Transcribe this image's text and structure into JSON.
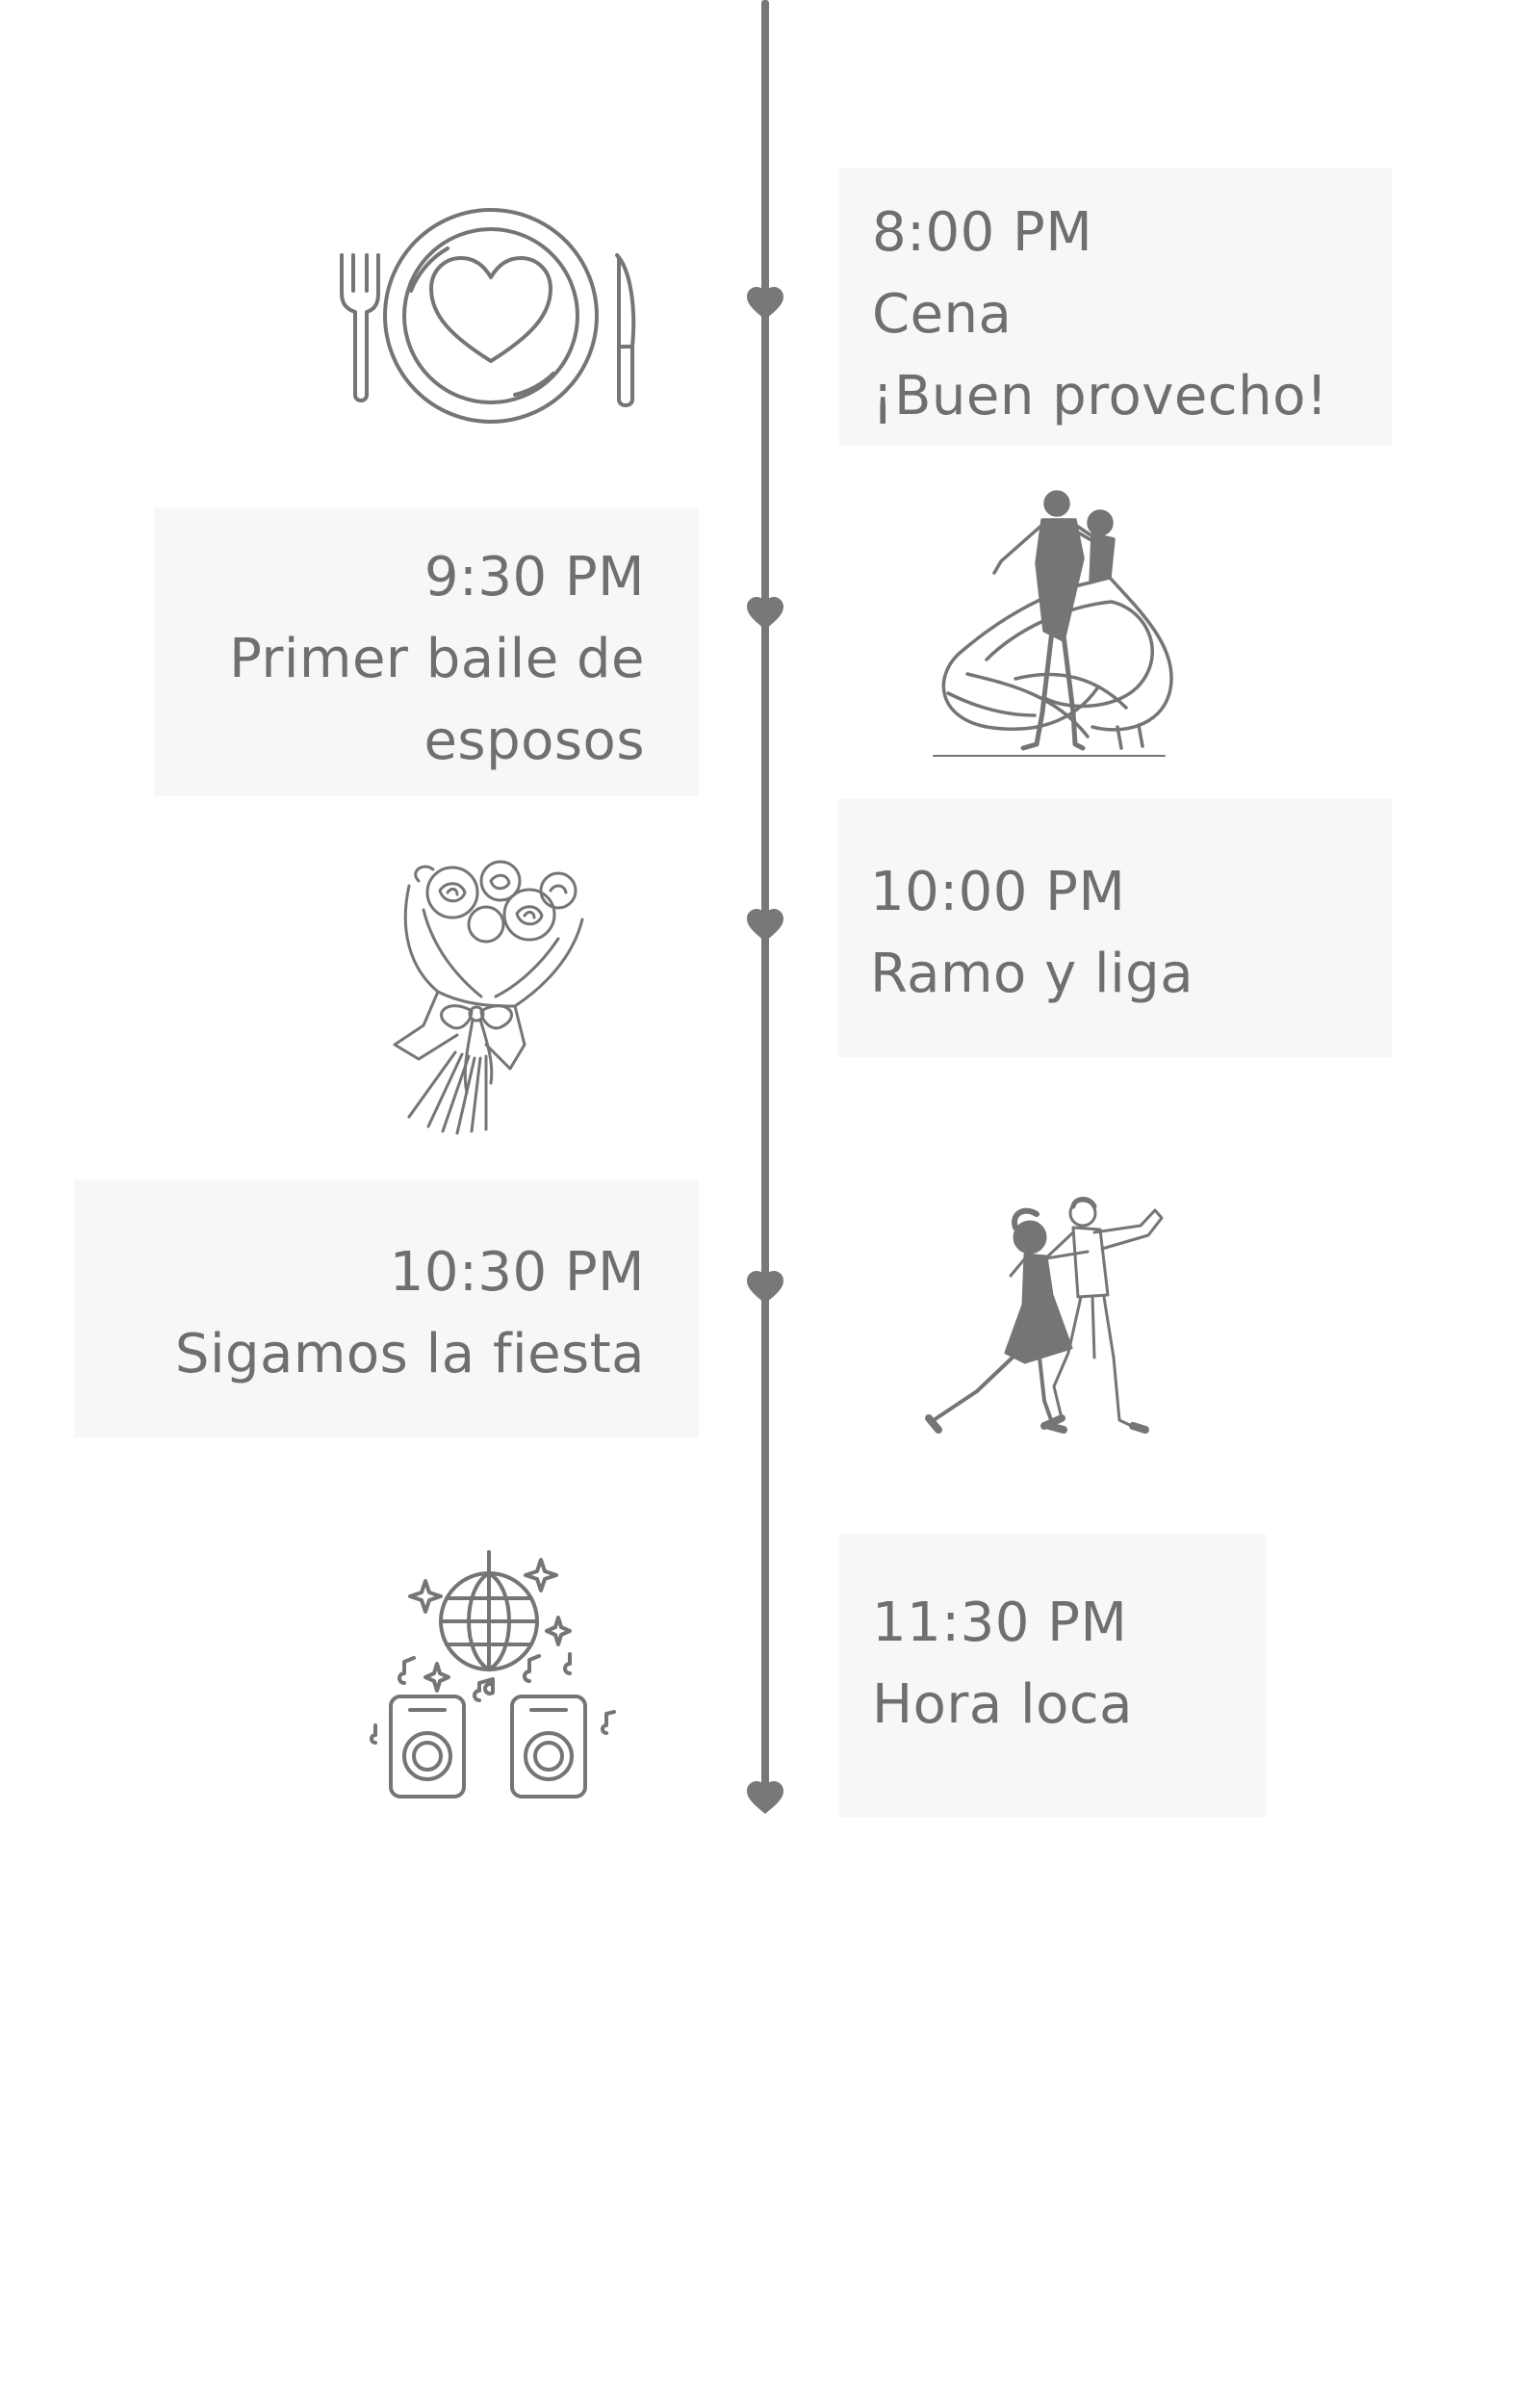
{
  "colors": {
    "line": "#787878",
    "card_background": "#f8f7f6",
    "text": "#6f6f6f",
    "icon_stroke": "#757575"
  },
  "events": [
    {
      "time": "8:00 PM",
      "title": "Cena",
      "subtitle": "¡Buen provecho!",
      "icon": "dinner-plate-icon"
    },
    {
      "time": "9:30 PM",
      "title_line1": "Primer baile de",
      "title_line2": "esposos",
      "icon": "dancing-couple-icon"
    },
    {
      "time": "10:00 PM",
      "title": "Ramo y liga",
      "icon": "bouquet-icon"
    },
    {
      "time": "10:30 PM",
      "title": "Sigamos la fiesta",
      "icon": "dancers-icon"
    },
    {
      "time": "11:30 PM",
      "title": "Hora loca",
      "icon": "disco-speakers-icon"
    }
  ]
}
